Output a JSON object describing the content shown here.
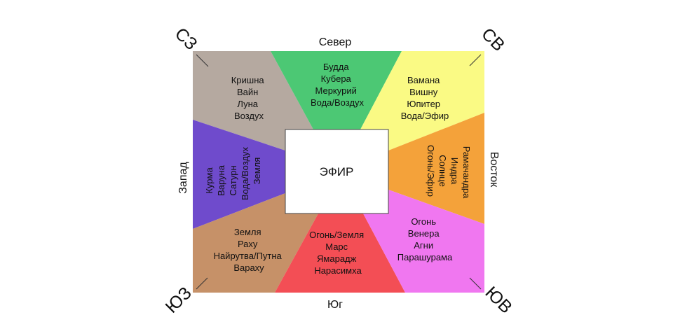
{
  "directions": {
    "north": "Север",
    "south": "Юг",
    "west": "Запад",
    "east": "Восток"
  },
  "corners": {
    "nw": "СЗ",
    "ne": "СВ",
    "sw": "ЮЗ",
    "se": "ЮВ"
  },
  "center": "ЭФИР",
  "sectors": {
    "nw": {
      "color": "#b5a9a0",
      "lines": [
        "Кришна",
        "Вайн",
        "Луна",
        "Воздух"
      ]
    },
    "north": {
      "color": "#4cc874",
      "lines": [
        "Будда",
        "Кубера",
        "Меркурий",
        "Вода/Воздух"
      ]
    },
    "ne": {
      "color": "#fafa84",
      "lines": [
        "Вамана",
        "Вишну",
        "Юпитер",
        "Вода/Эфир"
      ]
    },
    "west": {
      "color": "#6f4bcc",
      "lines": [
        "Курма",
        "Варуна",
        "Сатурн",
        "Вода/Воздух",
        "Земля"
      ]
    },
    "east": {
      "color": "#f4a23a",
      "lines": [
        "Рамачандра",
        "Индра",
        "Солнце",
        "Огонь/Эфир"
      ]
    },
    "sw": {
      "color": "#c69168",
      "lines": [
        "Земля",
        "Раху",
        "Найрутва/Путна",
        "Вараху"
      ]
    },
    "south": {
      "color": "#f34e55",
      "lines": [
        "Огонь/Земля",
        "Марс",
        "Ямарадж",
        "Нарасимха"
      ]
    },
    "se": {
      "color": "#f077f0",
      "lines": [
        "Огонь",
        "Венера",
        "Агни",
        "Парашурама"
      ]
    }
  }
}
